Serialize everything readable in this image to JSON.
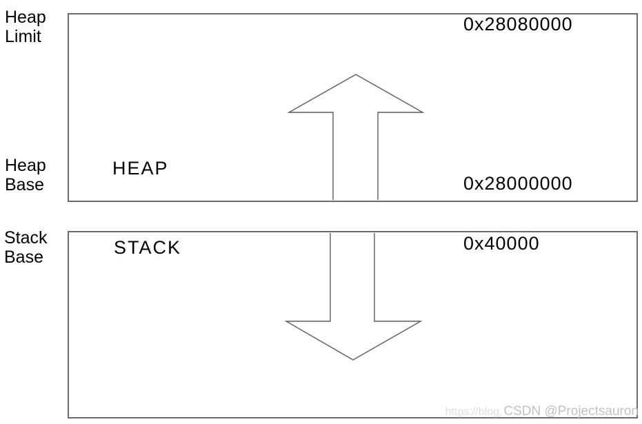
{
  "diagram": {
    "heap": {
      "side_label_top": "Heap\nLimit",
      "side_label_bottom": "Heap\nBase",
      "region_label": "HEAP",
      "limit_address": "0x28080000",
      "base_address": "0x28000000",
      "growth_direction": "up"
    },
    "stack": {
      "side_label_top": "Stack\nBase",
      "region_label": "STACK",
      "base_address": "0x40000",
      "growth_direction": "down"
    },
    "watermark": {
      "url": "https://blog.",
      "author": "CSDN @Projectsauron"
    },
    "colors": {
      "box_border": "#6b6b6b",
      "arrow_stroke": "#5a5a5a",
      "text": "#000000",
      "watermark_url": "#dedede",
      "watermark_author": "#c2c2c2"
    }
  }
}
